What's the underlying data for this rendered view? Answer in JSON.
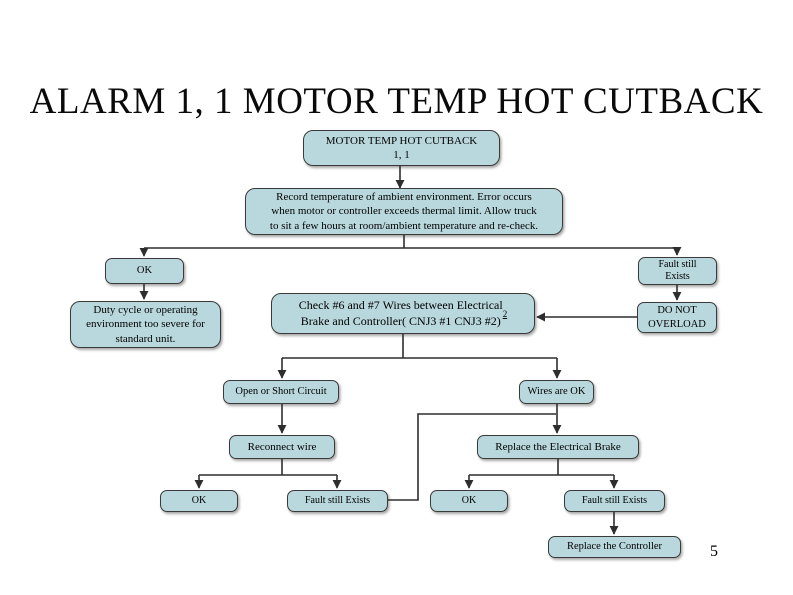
{
  "slide": {
    "title": "ALARM 1, 1 MOTOR TEMP HOT CUTBACK",
    "page_number": "5"
  },
  "flowchart": {
    "colors": {
      "node_fill": "#b9d8dd",
      "node_border": "#3a3a3a",
      "connector_color": "#2e2e2e"
    },
    "nodes": {
      "start": {
        "label": "MOTOR TEMP HOT CUTBACK\n1, 1"
      },
      "record": {
        "label": "Record temperature of ambient environment. Error occurs\nwhen motor or controller exceeds thermal limit. Allow truck\nto sit a few hours at room/ambient temperature and re-check."
      },
      "ok_top": {
        "label": "OK"
      },
      "fault_top": {
        "label": "Fault still\nExists"
      },
      "duty_cycle": {
        "label": "Duty cycle or operating\nenvironment too severe for\nstandard unit."
      },
      "check_wires": {
        "label": "Check #6 and #7 Wires between Electrical\nBrake and Controller( CNJ3 #1 CNJ3 #2) ",
        "footnote": "2"
      },
      "do_not_overload": {
        "label": "DO NOT\nOVERLOAD"
      },
      "open_short": {
        "label": "Open or Short Circuit"
      },
      "wires_ok": {
        "label": "Wires are OK"
      },
      "reconnect": {
        "label": "Reconnect wire"
      },
      "replace_brake": {
        "label": "Replace the Electrical Brake"
      },
      "ok_reconnect": {
        "label": "OK"
      },
      "fault_reconnect": {
        "label": "Fault still Exists"
      },
      "ok_brake": {
        "label": "OK"
      },
      "fault_brake": {
        "label": "Fault still Exists"
      },
      "replace_controller": {
        "label": "Replace the Controller"
      }
    }
  }
}
